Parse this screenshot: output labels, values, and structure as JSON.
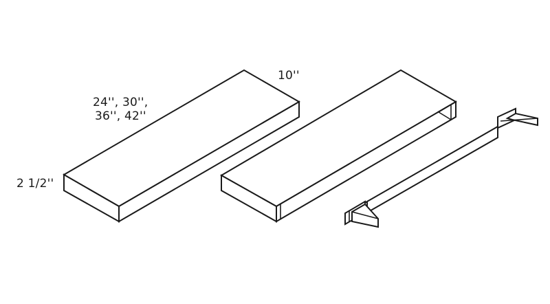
{
  "diagram": {
    "title": "Floating shelf with mounting bracket",
    "stroke_color": "#1a1a1a",
    "background": "#ffffff",
    "labels": {
      "depth": "10''",
      "lengths_line1": "24'', 30'',",
      "lengths_line2": "36'', 42''",
      "thickness": "2 1/2''"
    },
    "components": [
      {
        "id": "solid-shelf",
        "description": "Closed floating shelf, shown with dimensions"
      },
      {
        "id": "hollow-shelf",
        "description": "Floating shelf with open back end (hollow sleeve)"
      },
      {
        "id": "mounting-bracket",
        "description": "Rail bracket with two angled support plates"
      }
    ]
  }
}
